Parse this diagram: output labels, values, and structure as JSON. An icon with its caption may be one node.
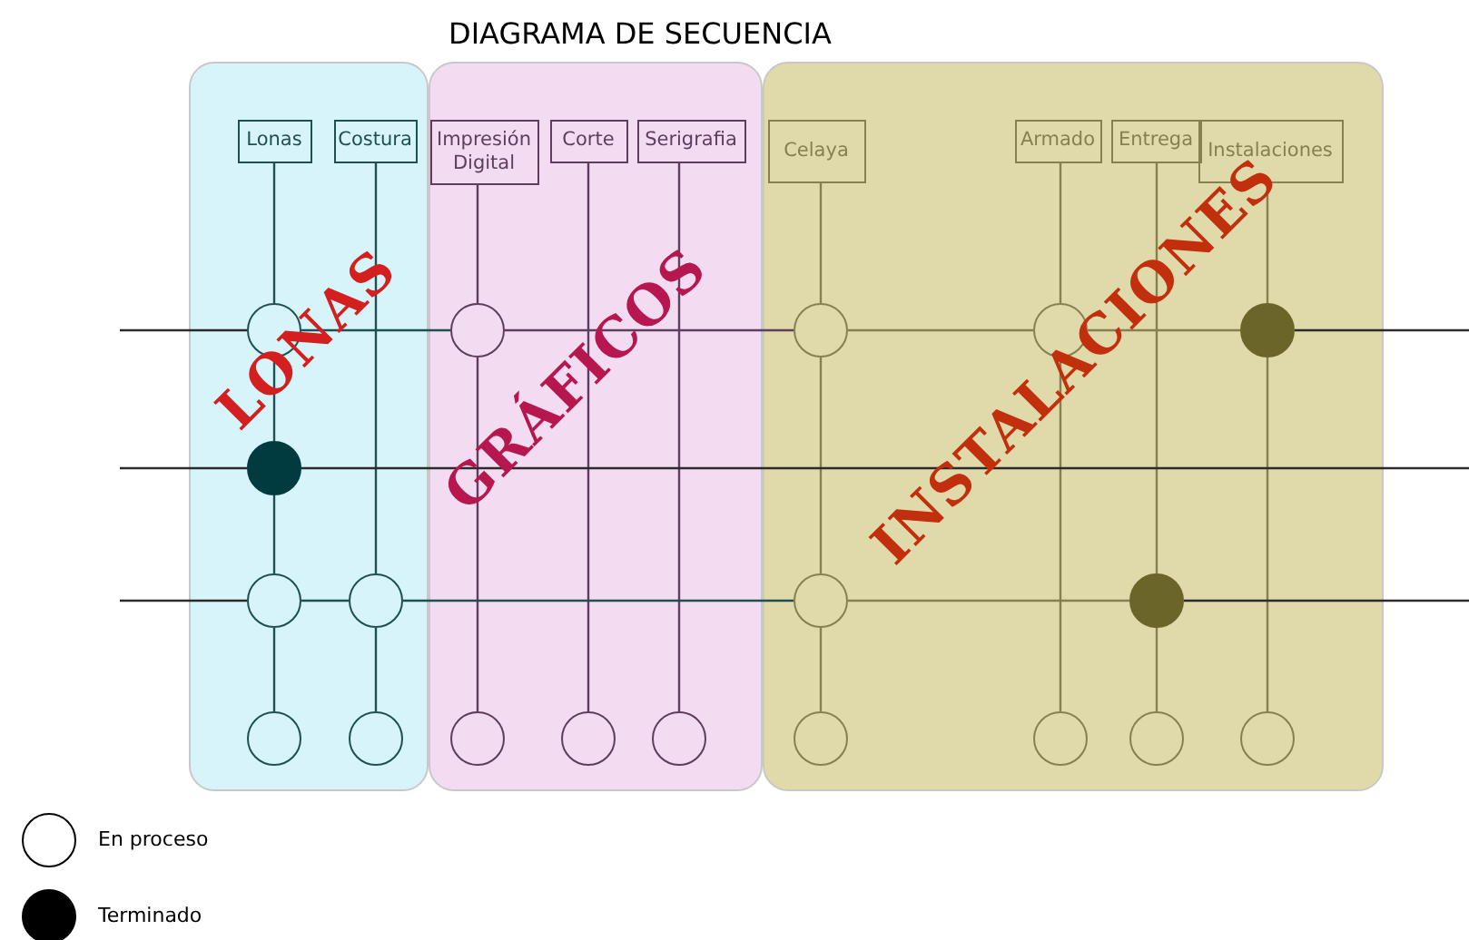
{
  "diagram": {
    "title": "DIAGRAMA DE SECUENCIA",
    "nodes": [
      {
        "text": [
          "LONAS"
        ]
      },
      {
        "text": [
          "GRÁFICOS"
        ]
      },
      {
        "text": [
          "INSTALACIONES"
        ]
      },
      {
        "text": [
          "Lonas"
        ],
        "in": 0
      },
      {
        "text": [
          "Costura"
        ],
        "in": 0
      },
      {
        "text": [
          "Impresión Digital"
        ],
        "in": 1
      },
      {
        "text": [
          "Corte"
        ],
        "in": 1
      },
      {
        "text": [
          "Serigrafia"
        ],
        "in": 1
      },
      {
        "text": [
          "Celaya"
        ],
        "in": 2
      },
      {
        "text": [
          "Armado"
        ],
        "in": 2
      },
      {
        "text": [
          "Entrega"
        ],
        "in": 2
      },
      {
        "text": [
          "Instalaciones"
        ],
        "in": 2
      },
      {
        "text": [],
        "shape": "circle",
        "in": 0
      },
      {
        "text": [],
        "shape": "circle",
        "in": 1
      },
      {
        "text": [],
        "shape": "circle",
        "in": 2
      },
      {
        "text": [],
        "shape": "circle",
        "in": 2
      },
      {
        "text": [],
        "shape": "circle",
        "in": 2
      },
      {
        "text": [],
        "shape": "circle",
        "in": 0
      },
      {
        "text": [],
        "shape": "circle",
        "in": 0
      },
      {
        "text": [],
        "shape": "circle",
        "in": 0
      },
      {
        "text": [],
        "shape": "circle",
        "in": 2
      },
      {
        "text": [],
        "shape": "circle",
        "in": 2
      },
      {
        "text": [],
        "shape": "circle",
        "in": 0
      },
      {
        "text": [],
        "shape": "circle",
        "in": 0
      },
      {
        "text": [],
        "shape": "circle",
        "in": 1
      },
      {
        "text": [],
        "shape": "circle",
        "in": 1
      },
      {
        "text": [],
        "shape": "circle",
        "in": 1
      },
      {
        "text": [],
        "shape": "circle",
        "in": 2
      },
      {
        "text": [],
        "shape": "circle",
        "in": 2
      },
      {
        "text": [],
        "shape": "circle",
        "in": 2
      },
      {
        "text": [],
        "shape": "circle",
        "in": 2
      }
    ],
    "edges": [
      {
        "from": 3,
        "to": 12,
        "arrow": "none",
        "color": "#1f4f4f"
      },
      {
        "from": 12,
        "to": 17,
        "arrow": "none",
        "color": "#1f4f4f"
      },
      {
        "from": 17,
        "to": 18,
        "arrow": "none",
        "color": "#1f4f4f"
      },
      {
        "from": 18,
        "to": 22,
        "arrow": "none",
        "color": "#1f4f4f"
      },
      {
        "from": 4,
        "to": 19,
        "arrow": "none",
        "color": "#1f4f4f"
      },
      {
        "from": 19,
        "to": 23,
        "arrow": "none",
        "color": "#1f4f4f"
      },
      {
        "from": 5,
        "to": 13,
        "arrow": "none",
        "color": "#5e3d5e"
      },
      {
        "from": 13,
        "to": 24,
        "arrow": "none",
        "color": "#5e3d5e"
      },
      {
        "from": 6,
        "to": 25,
        "arrow": "none",
        "color": "#5e3d5e"
      },
      {
        "from": 7,
        "to": 26,
        "arrow": "none",
        "color": "#5e3d5e"
      },
      {
        "from": 8,
        "to": 14,
        "arrow": "none",
        "color": "#858050"
      },
      {
        "from": 14,
        "to": 20,
        "arrow": "none",
        "color": "#858050"
      },
      {
        "from": 20,
        "to": 27,
        "arrow": "none",
        "color": "#858050"
      },
      {
        "from": 9,
        "to": 15,
        "arrow": "none",
        "color": "#858050"
      },
      {
        "from": 15,
        "to": 28,
        "arrow": "none",
        "color": "#858050"
      },
      {
        "from": 10,
        "to": 21,
        "arrow": "none",
        "color": "#858050"
      },
      {
        "from": 21,
        "to": 29,
        "arrow": "none",
        "color": "#858050"
      },
      {
        "from": 11,
        "to": 16,
        "arrow": "none",
        "color": "#858050"
      },
      {
        "from": 16,
        "to": 30,
        "arrow": "none",
        "color": "#858050"
      },
      {
        "from": null,
        "to": 12,
        "arrow": "none",
        "color": "#2b2b2b"
      },
      {
        "from": 12,
        "to": 13,
        "arrow": "none",
        "color": "#1f4f4f"
      },
      {
        "from": 13,
        "to": 14,
        "arrow": "none",
        "color": "#5e3d5e"
      },
      {
        "from": 14,
        "to": 15,
        "arrow": "none",
        "color": "#858050"
      },
      {
        "from": 15,
        "to": 16,
        "arrow": "none",
        "color": "#858050"
      },
      {
        "from": 16,
        "to": null,
        "arrow": "none",
        "color": "#2b2b2b"
      },
      {
        "from": null,
        "to": 17,
        "arrow": "none",
        "color": "#2b2b2b"
      },
      {
        "from": 17,
        "to": null,
        "arrow": "none",
        "color": "#2b2b2b"
      },
      {
        "from": null,
        "to": 18,
        "arrow": "none",
        "color": "#2b2b2b"
      },
      {
        "from": 18,
        "to": 19,
        "arrow": "none",
        "color": "#1f4f4f"
      },
      {
        "from": 19,
        "to": 20,
        "arrow": "none",
        "color": "#1f4f4f"
      },
      {
        "from": 20,
        "to": 21,
        "arrow": "none",
        "color": "#858050"
      },
      {
        "from": 21,
        "to": null,
        "arrow": "none",
        "color": "#2b2b2b"
      }
    ],
    "legend": [
      {
        "text": "En proceso"
      },
      {
        "text": "Terminado"
      }
    ]
  }
}
